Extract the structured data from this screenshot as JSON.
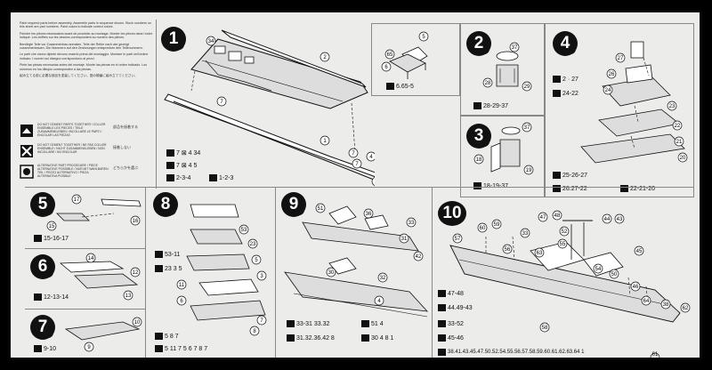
{
  "intro": {
    "lines": [
      "Paint required parts before assembly. Assemble parts in sequence shown. Stock numbers on this sheet are part numbers. Paint colors to indicate correct colors.",
      "Peindre les pièces nécessaires avant de procéder au montage. Monter les pièces dans l'ordre indiqué. Les chiffres sur les dessins correspondent au numéro des pièces.",
      "Benötigte Teile vor Zusammenbau anmalen. Teile der Reihe nach wie gezeigt zusammenbauen. Die Nummern auf den Zeichnungen entsprechen den Teilenummern.",
      "Le parti che vanno dipinte devono esserlo prima del montaggio. Montare le parti nell'ordine indicato. I numeri sul disegno corrispondono ai pezzi.",
      "Pinte las piezas necesarias antes del montaje. Monte las piezas en el orden indicado. Los números en los dibujos corresponden a las piezas.",
      "組み立てる前に必要な部品を塗装してください。図の順番に組み立ててください。"
    ]
  },
  "legend": [
    {
      "text": "DO NOT CEMENT PARTS TOGETHER / COLLER ENSEMBLE LES PIECES / TEILE ZUSAMMENKLEBEN / INCOLLARE LE PARTI / ENCOLAR LAS PIEZAS",
      "jp": "部品を接着する",
      "symbol": "cement-icon"
    },
    {
      "text": "DO NOT CEMENT TOGETHER / NE PAS COLLER ENSEMBLE / NICHT ZUSAMMENKLEBEN / NON INCOLLARE / NO ENCOLAR",
      "jp": "接着しない",
      "symbol": "no-cement-icon"
    },
    {
      "text": "ALTERNATIVE PART PROCEDURE / PIECE ALTERNATIVE POSSIBLE / NUR MIT WAHLBAREN TEIL / PEZZO ALTERNATIVO / PIEZA ALTERNATIVA POSIBLE",
      "jp": "どちらかを選ぶ",
      "symbol": "alternative-icon"
    }
  ],
  "steps": {
    "s1": {
      "num": "1",
      "lists": [
        "7 ⊠ 4 34",
        "7 ⊠ 4 5",
        "2-3-4",
        "1-2-3"
      ]
    },
    "s1b": {
      "lists": [
        "6.65-5"
      ]
    },
    "s2": {
      "num": "2",
      "lists": [
        "28-29-37"
      ]
    },
    "s3": {
      "num": "3",
      "lists": [
        "18-19-37"
      ]
    },
    "s4": {
      "num": "4",
      "lists": [
        "2 · 27",
        "24-22",
        "25-26-27",
        "26.27-22",
        "22-21-20"
      ]
    },
    "s5": {
      "num": "5",
      "lists": [
        "15-16-17"
      ]
    },
    "s6": {
      "num": "6",
      "lists": [
        "12-13-14"
      ]
    },
    "s7": {
      "num": "7",
      "lists": [
        "9-10"
      ]
    },
    "s8": {
      "num": "8",
      "lists": [
        "53-11",
        "23 3 5",
        "5 8 7",
        "5 11 7  5 6 7 8 7"
      ]
    },
    "s9": {
      "num": "9",
      "lists": [
        "33-31 33.32",
        "51 4",
        "31.32.36.42 8",
        "30 4 8 1"
      ]
    },
    "s10": {
      "num": "10",
      "lists": [
        "47-48",
        "44.49-43",
        "33-52",
        "45-46",
        "38.41.43.45.47.50.52.54.55.56.57.58.59.60.61.62.63.64 1"
      ]
    }
  },
  "callouts": {
    "s1": [
      "34",
      "2",
      "1",
      "4",
      "3",
      "7",
      "7",
      "7"
    ],
    "s1b": [
      "5",
      "65",
      "6"
    ],
    "s2": [
      "37",
      "28",
      "29"
    ],
    "s3": [
      "37",
      "18",
      "19"
    ],
    "s4": [
      "27",
      "26",
      "24",
      "23",
      "22",
      "21",
      "20"
    ],
    "s5": [
      "17",
      "15",
      "16"
    ],
    "s6": [
      "14",
      "12",
      "13"
    ],
    "s7": [
      "10",
      "9"
    ],
    "s8": [
      "53",
      "23",
      "5",
      "3",
      "11",
      "6",
      "7",
      "8"
    ],
    "s9": [
      "51",
      "36",
      "33",
      "31",
      "42",
      "32",
      "30",
      "4"
    ],
    "s10": [
      "57",
      "60",
      "59",
      "47",
      "48",
      "44",
      "43",
      "33",
      "52",
      "56",
      "63",
      "55",
      "54",
      "50",
      "45",
      "46",
      "38",
      "58",
      "64",
      "62",
      "61"
    ]
  }
}
